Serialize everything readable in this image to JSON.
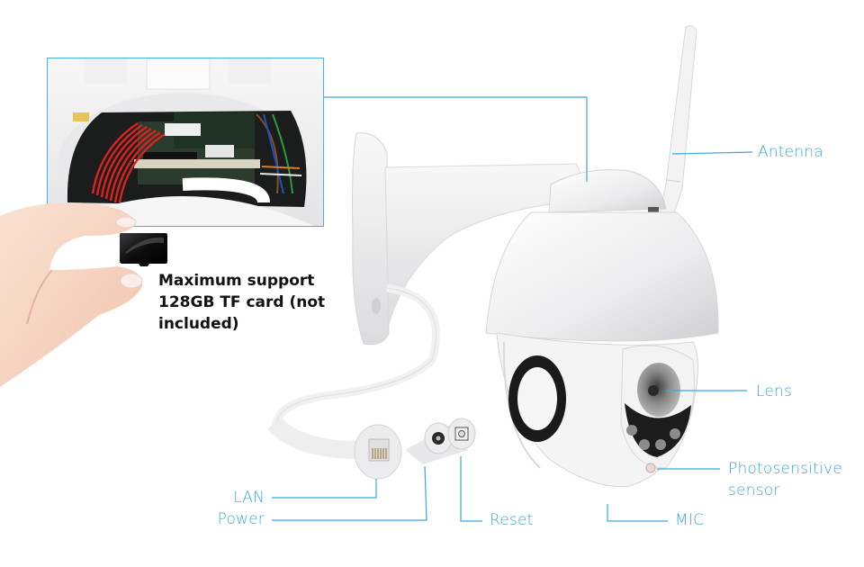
{
  "image": {
    "subject": "Outdoor PTZ dome Wi-Fi security camera with wall bracket",
    "accent_color": "#3aa7dd",
    "text_color": "#111111",
    "background": "#ffffff"
  },
  "inset": {
    "description": "Close-up of open TF card compartment showing circuit board and red ribbon wires",
    "border_color": "#4ab0e0"
  },
  "tf_card_note": {
    "lines": [
      "Maximum support",
      "128GB TF card (not",
      "included)"
    ]
  },
  "callouts": {
    "antenna": "Antenna",
    "lens": "Lens",
    "photosensitive_sensor": [
      "Photosensitive",
      "sensor"
    ],
    "mic": "MIC",
    "reset": "Reset",
    "lan": "LAN",
    "power": "Power"
  }
}
